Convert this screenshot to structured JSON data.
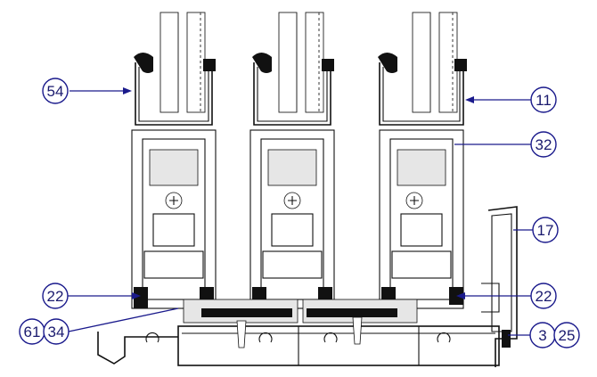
{
  "figure": {
    "callouts": [
      {
        "id": "c54",
        "label": "54"
      },
      {
        "id": "c11",
        "label": "11"
      },
      {
        "id": "c32",
        "label": "32"
      },
      {
        "id": "c17",
        "label": "17"
      },
      {
        "id": "c22l",
        "label": "22"
      },
      {
        "id": "c22r",
        "label": "22"
      },
      {
        "id": "c61",
        "label": "61"
      },
      {
        "id": "c34",
        "label": "34"
      },
      {
        "id": "c3",
        "label": "3"
      },
      {
        "id": "c25",
        "label": "25"
      }
    ],
    "colors": {
      "callout": "#1a1a8c",
      "profile": "#111111",
      "gasket": "#111111",
      "fill_gray": "#bdbdbd"
    }
  }
}
